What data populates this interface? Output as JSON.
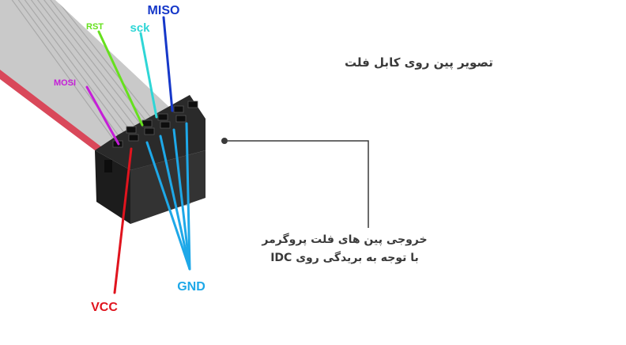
{
  "title": "تصویر پین روی کابل فلت",
  "caption": {
    "line1": "خروجی پین های فلت پروگرمر",
    "line2": "با توجه به بریدگی روی IDC"
  },
  "pins": {
    "miso": {
      "label": "MISO",
      "color": "#1638c9"
    },
    "sck": {
      "label": "sck",
      "color": "#2fd6d6"
    },
    "rst": {
      "label": "RST",
      "color": "#66e01e"
    },
    "mosi": {
      "label": "MOSI",
      "color": "#c51ed8"
    },
    "vcc": {
      "label": "VCC",
      "color": "#e0141e"
    },
    "gnd": {
      "label": "GND",
      "color": "#1ea8e8"
    }
  }
}
